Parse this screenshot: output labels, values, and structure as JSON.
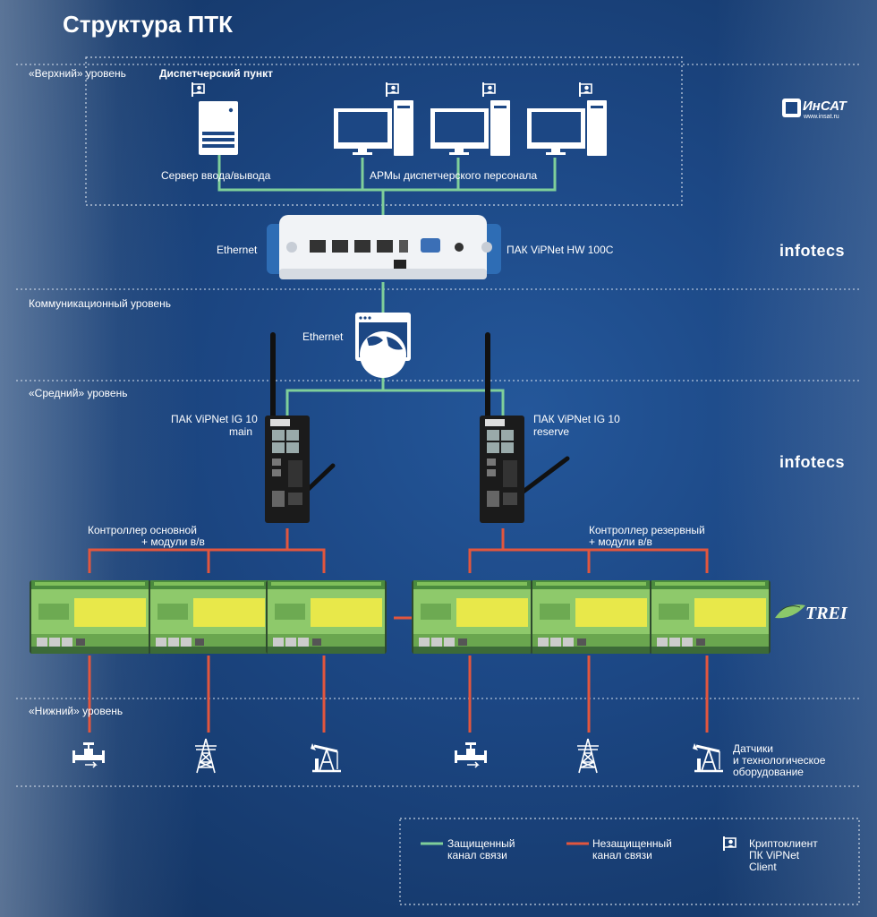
{
  "title": "Структура ПТК",
  "levels": {
    "top": "«Верхний» уровень",
    "comm": "Коммуникационный уровень",
    "mid": "«Средний» уровень",
    "bottom": "«Нижний» уровень"
  },
  "labels": {
    "dispatch": "Диспетчерский пункт",
    "server": "Сервер ввода/вывода",
    "arms": "АРМы диспетчерского персонала",
    "ethernet_top": "Ethernet",
    "hw100": "ПАК ViPNet HW 100C",
    "ethernet_comm": "Ethernet",
    "ig_main_1": "ПАК ViPNet IG 10",
    "ig_main_2": "main",
    "ig_res_1": "ПАК ViPNet IG 10",
    "ig_res_2": "reserve",
    "ctrl_main_1": "Контроллер основной",
    "ctrl_main_2": "+ модули в/в",
    "ctrl_res_1": "Контроллер резервный",
    "ctrl_res_2": "+ модули в/в",
    "sensors_1": "Датчики",
    "sensors_2": "и технологическое",
    "sensors_3": "оборудование"
  },
  "brands": {
    "insat": "ИнСАТ",
    "insat_url": "www.insat.ru",
    "infotecs_1": "infotecs",
    "infotecs_2": "infotecs",
    "trei": "TREI"
  },
  "legend": {
    "secure_1": "Защищенный",
    "secure_2": "канал связи",
    "insecure_1": "Незащищенный",
    "insecure_2": "канал связи",
    "client_1": "Криптоклиент",
    "client_2": "ПК ViPNet",
    "client_3": "Client"
  },
  "colors": {
    "secure": "#7fcf9a",
    "insecure": "#e2563e",
    "background": "#1c4784",
    "controller": "#8bc86a"
  }
}
